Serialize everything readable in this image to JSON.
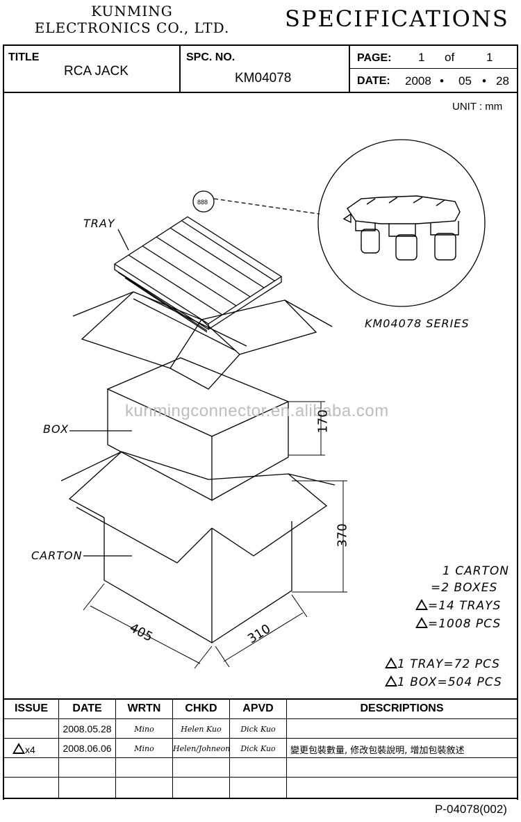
{
  "company": {
    "line1": "KUNMING",
    "line2": "ELECTRONICS CO., LTD."
  },
  "doc_title": "SPECIFICATIONS",
  "header": {
    "title_label": "TITLE",
    "title_value": "RCA JACK",
    "spc_label": "SPC. NO.",
    "spc_value": "KM04078",
    "page_label": "PAGE:",
    "page_current": "1",
    "page_of": "of",
    "page_total": "1",
    "date_label": "DATE:",
    "date_year": "2008",
    "date_month": "05",
    "date_day": "28"
  },
  "unit": "UNIT : mm",
  "drawing": {
    "tray_label": "TRAY",
    "box_label": "BOX",
    "carton_label": "CARTON",
    "series_label": "KM04078 SERIES",
    "dim_box_height": "170",
    "dim_carton_height": "370",
    "dim_carton_length": "405",
    "dim_carton_width": "310",
    "watermark": "kunmingconnector.en.alibaba.com"
  },
  "packing": {
    "line1": "1 CARTON",
    "line2": "=2 BOXES",
    "line3": "=14 TRAYS",
    "line4": "=1008 PCS",
    "line5": "1 TRAY=72 PCS",
    "line6": "1 BOX=504 PCS",
    "rev_mark": "4"
  },
  "revision_table": {
    "headers": [
      "ISSUE",
      "DATE",
      "WRTN",
      "CHKD",
      "APVD",
      "DESCRIPTIONS"
    ],
    "rows": [
      {
        "issue": "",
        "date": "2008.05.28",
        "wrtn": "Mino",
        "chkd": "Helen Kuo",
        "apvd": "Dick Kuo",
        "desc": ""
      },
      {
        "issue": "x4",
        "date": "2008.06.06",
        "wrtn": "Mino",
        "chkd": "Helen/Johneon",
        "apvd": "Dick Kuo",
        "desc": "變更包裝數量, 修改包裝說明, 增加包裝敘述"
      }
    ]
  },
  "doc_number": "P-04078(002)"
}
